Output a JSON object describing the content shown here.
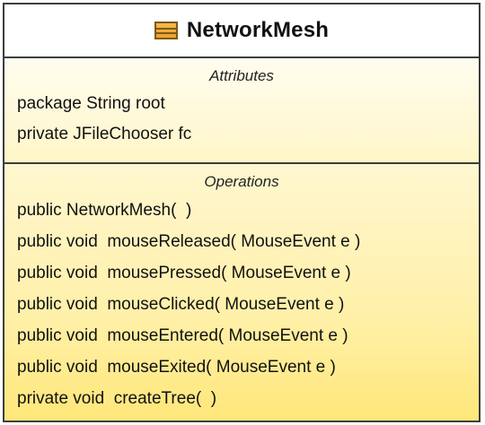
{
  "class": {
    "name": "NetworkMesh",
    "attributes_title": "Attributes",
    "attributes": [
      "package String root",
      "private JFileChooser fc"
    ],
    "operations_title": "Operations",
    "operations": [
      "public NetworkMesh(  )",
      "public void  mouseReleased( MouseEvent e )",
      "public void  mousePressed( MouseEvent e )",
      "public void  mouseClicked( MouseEvent e )",
      "public void  mouseEntered( MouseEvent e )",
      "public void  mouseExited( MouseEvent e )",
      "private void  createTree(  )"
    ]
  },
  "colors": {
    "border": "#3d3d3d",
    "icon_fill": "#eea12b",
    "compartment_fill": "#fff0a8"
  }
}
